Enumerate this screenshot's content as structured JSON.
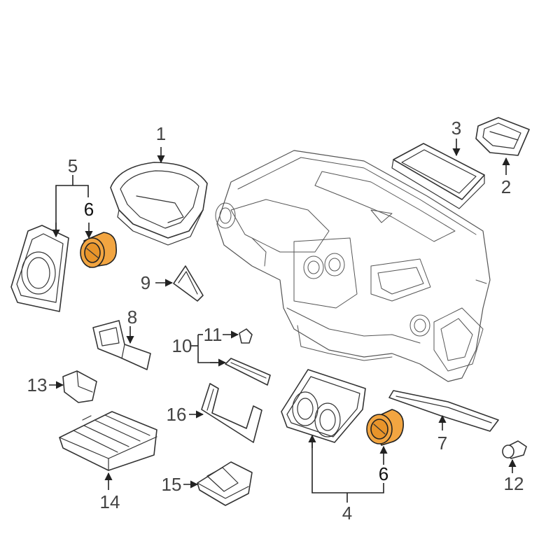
{
  "callouts": {
    "c1": "1",
    "c2": "2",
    "c3": "3",
    "c4": "4",
    "c5": "5",
    "c6_left": "6",
    "c6_right": "6",
    "c7": "7",
    "c8": "8",
    "c9": "9",
    "c10": "10",
    "c11": "11",
    "c12": "12",
    "c13": "13",
    "c14": "14",
    "c15": "15",
    "c16": "16"
  },
  "colors": {
    "highlight_fill": "#f2a541",
    "highlight_stroke": "#222222",
    "line": "#333333",
    "label": "#444444"
  }
}
